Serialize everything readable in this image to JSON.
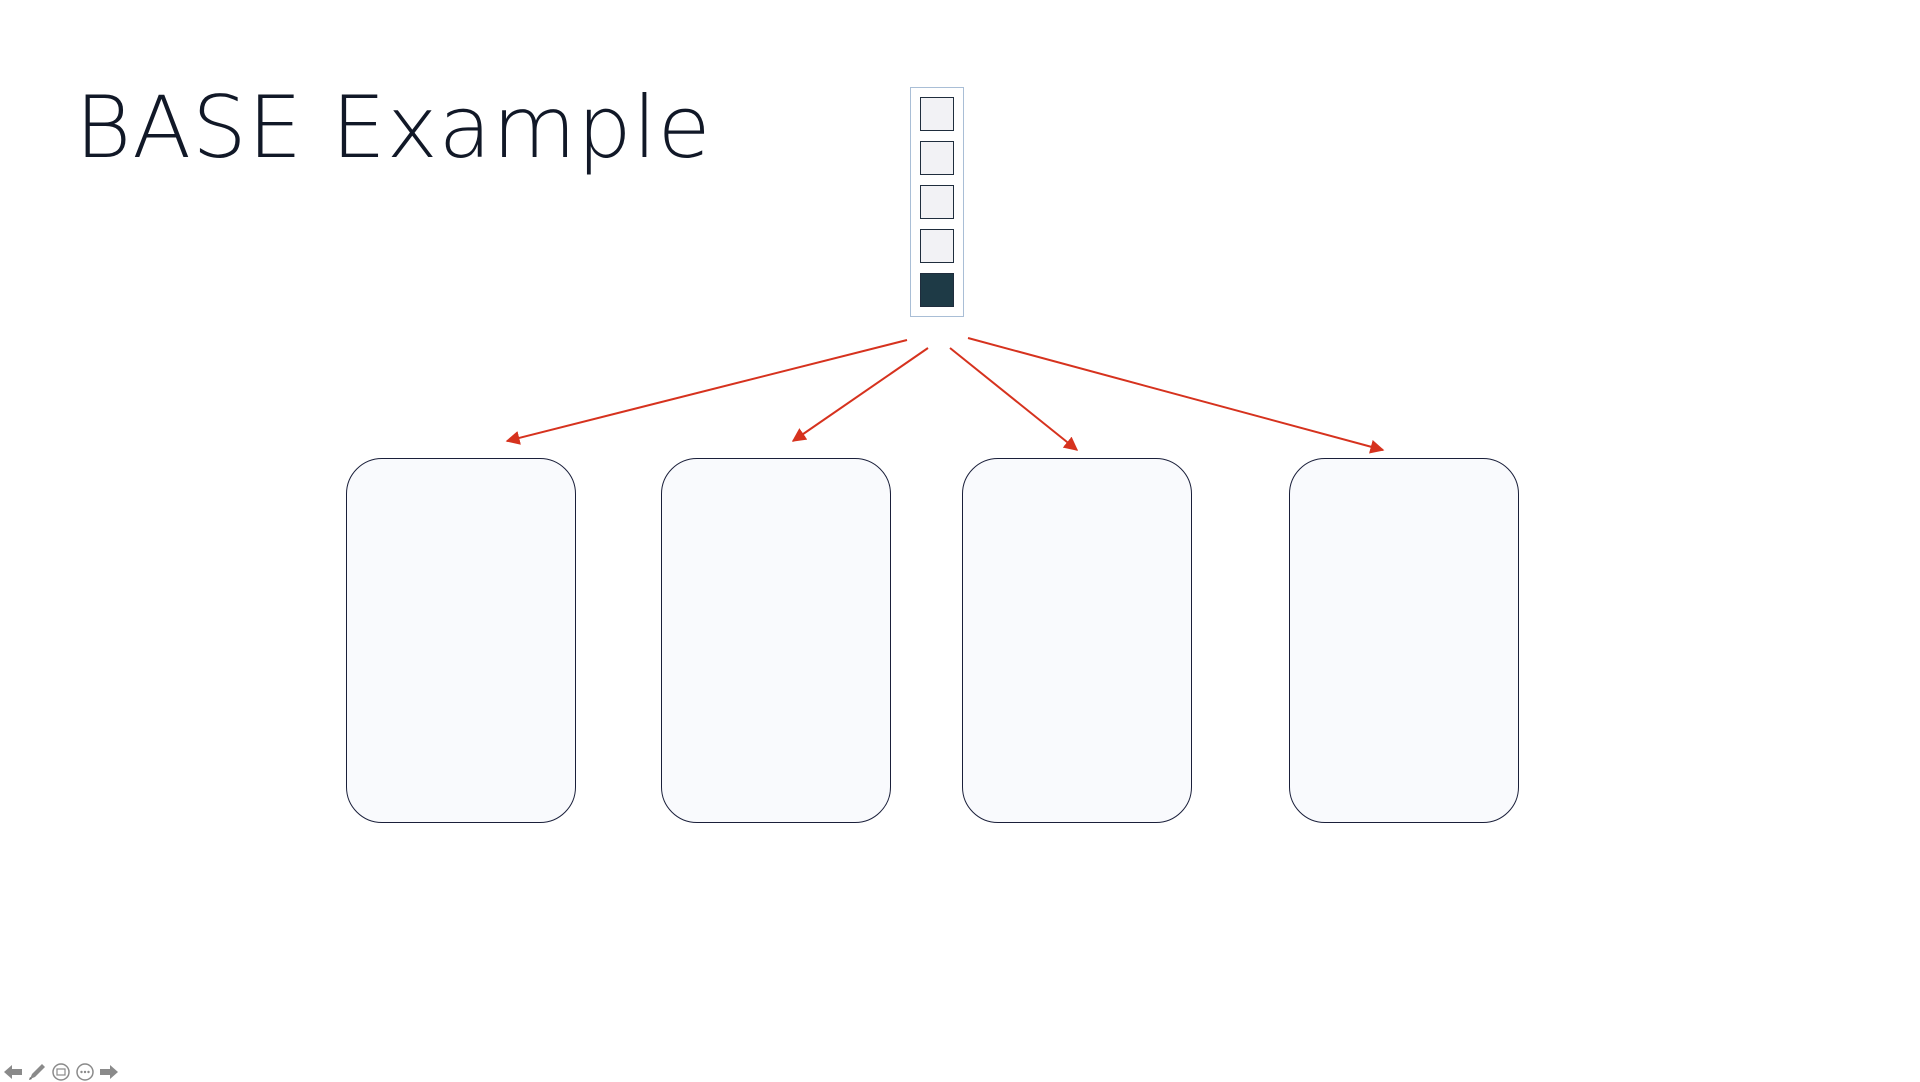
{
  "slide": {
    "title": "BASE Example"
  },
  "diagram": {
    "queue_slots": [
      {
        "state": "empty"
      },
      {
        "state": "empty"
      },
      {
        "state": "empty"
      },
      {
        "state": "empty"
      },
      {
        "state": "filled"
      }
    ],
    "node_count": 4,
    "arrow_color": "#d6321e",
    "filled_color": "#1e3a46"
  },
  "controls": {
    "items": [
      "prev-icon",
      "pen-icon",
      "slides-icon",
      "more-icon",
      "next-icon"
    ]
  }
}
